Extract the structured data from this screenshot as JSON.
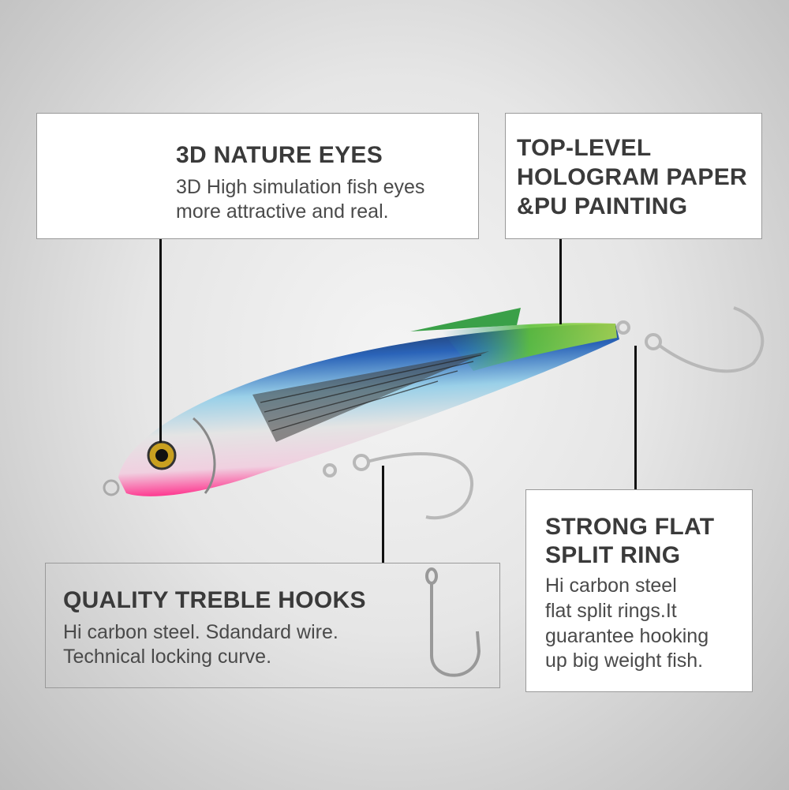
{
  "features": [
    {
      "title": [
        "3D NATURE EYES"
      ],
      "body": [
        "3D High simulation fish eyes",
        "more attractive and real."
      ]
    },
    {
      "title": [
        "TOP-LEVEL",
        "HOLOGRAM PAPER",
        "&PU PAINTING"
      ],
      "body": []
    },
    {
      "title": [
        "QUALITY TREBLE HOOKS"
      ],
      "body": [
        "Hi carbon steel. Sdandard wire.",
        "Technical locking curve."
      ]
    },
    {
      "title": [
        "STRONG FLAT",
        "SPLIT RING"
      ],
      "body": [
        "Hi carbon steel",
        "flat split rings.It",
        "guarantee hooking",
        "up big weight fish."
      ]
    }
  ],
  "colors": {
    "lure_back": "#1f4fa8",
    "lure_green": "#5fc23a",
    "lure_belly": "#ff2d8a"
  }
}
